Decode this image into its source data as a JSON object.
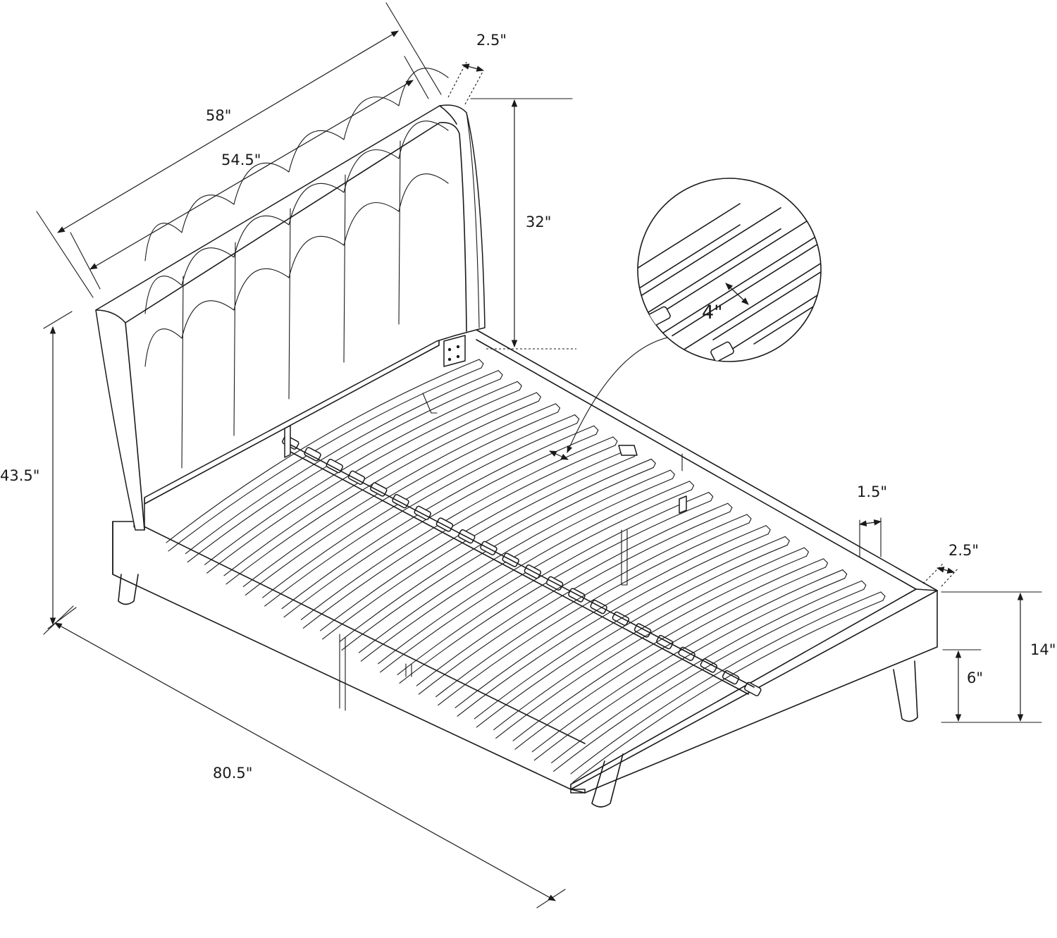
{
  "dimensions": {
    "overall_width": "58\"",
    "inner_width": "54.5\"",
    "headboard_thickness": "2.5\"",
    "headboard_height_above_rail": "32\"",
    "total_height": "43.5\"",
    "slat_spacing": "4\"",
    "rail_thickness": "1.5\"",
    "footboard_thickness": "2.5\"",
    "footboard_height": "14\"",
    "under_bed_clearance": "6\"",
    "overall_length": "80.5\""
  },
  "colors": {
    "line": "#1a1a1a",
    "background": "#ffffff"
  }
}
